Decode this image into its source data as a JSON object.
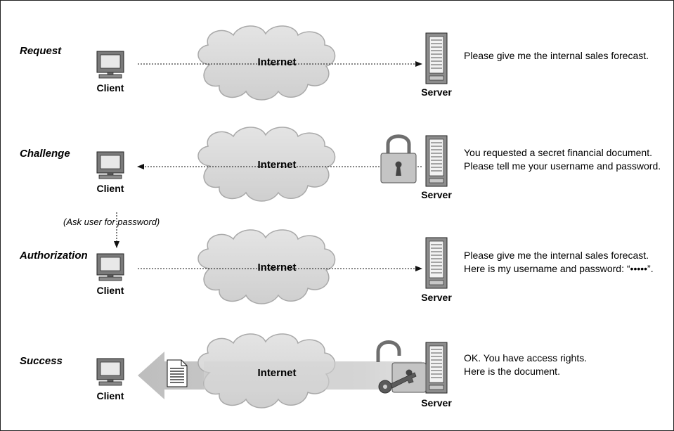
{
  "rows": [
    {
      "label": "Request",
      "client_label": "Client",
      "server_label": "Server",
      "internet_label": "Internet",
      "message": [
        "Please give me the internal sales forecast."
      ]
    },
    {
      "label": "Challenge",
      "client_label": "Client",
      "server_label": "Server",
      "internet_label": "Internet",
      "message": [
        "You requested a secret financial document.",
        "Please tell me your username and password."
      ]
    },
    {
      "label": "Authorization",
      "client_label": "Client",
      "server_label": "Server",
      "internet_label": "Internet",
      "message": [
        "Please give me the internal sales forecast.",
        "Here is my username and password: “•••••”."
      ]
    },
    {
      "label": "Success",
      "client_label": "Client",
      "server_label": "Server",
      "internet_label": "Internet",
      "message": [
        "OK. You have access rights.",
        "Here is the document."
      ]
    }
  ],
  "ask_note": "(Ask user for password)"
}
